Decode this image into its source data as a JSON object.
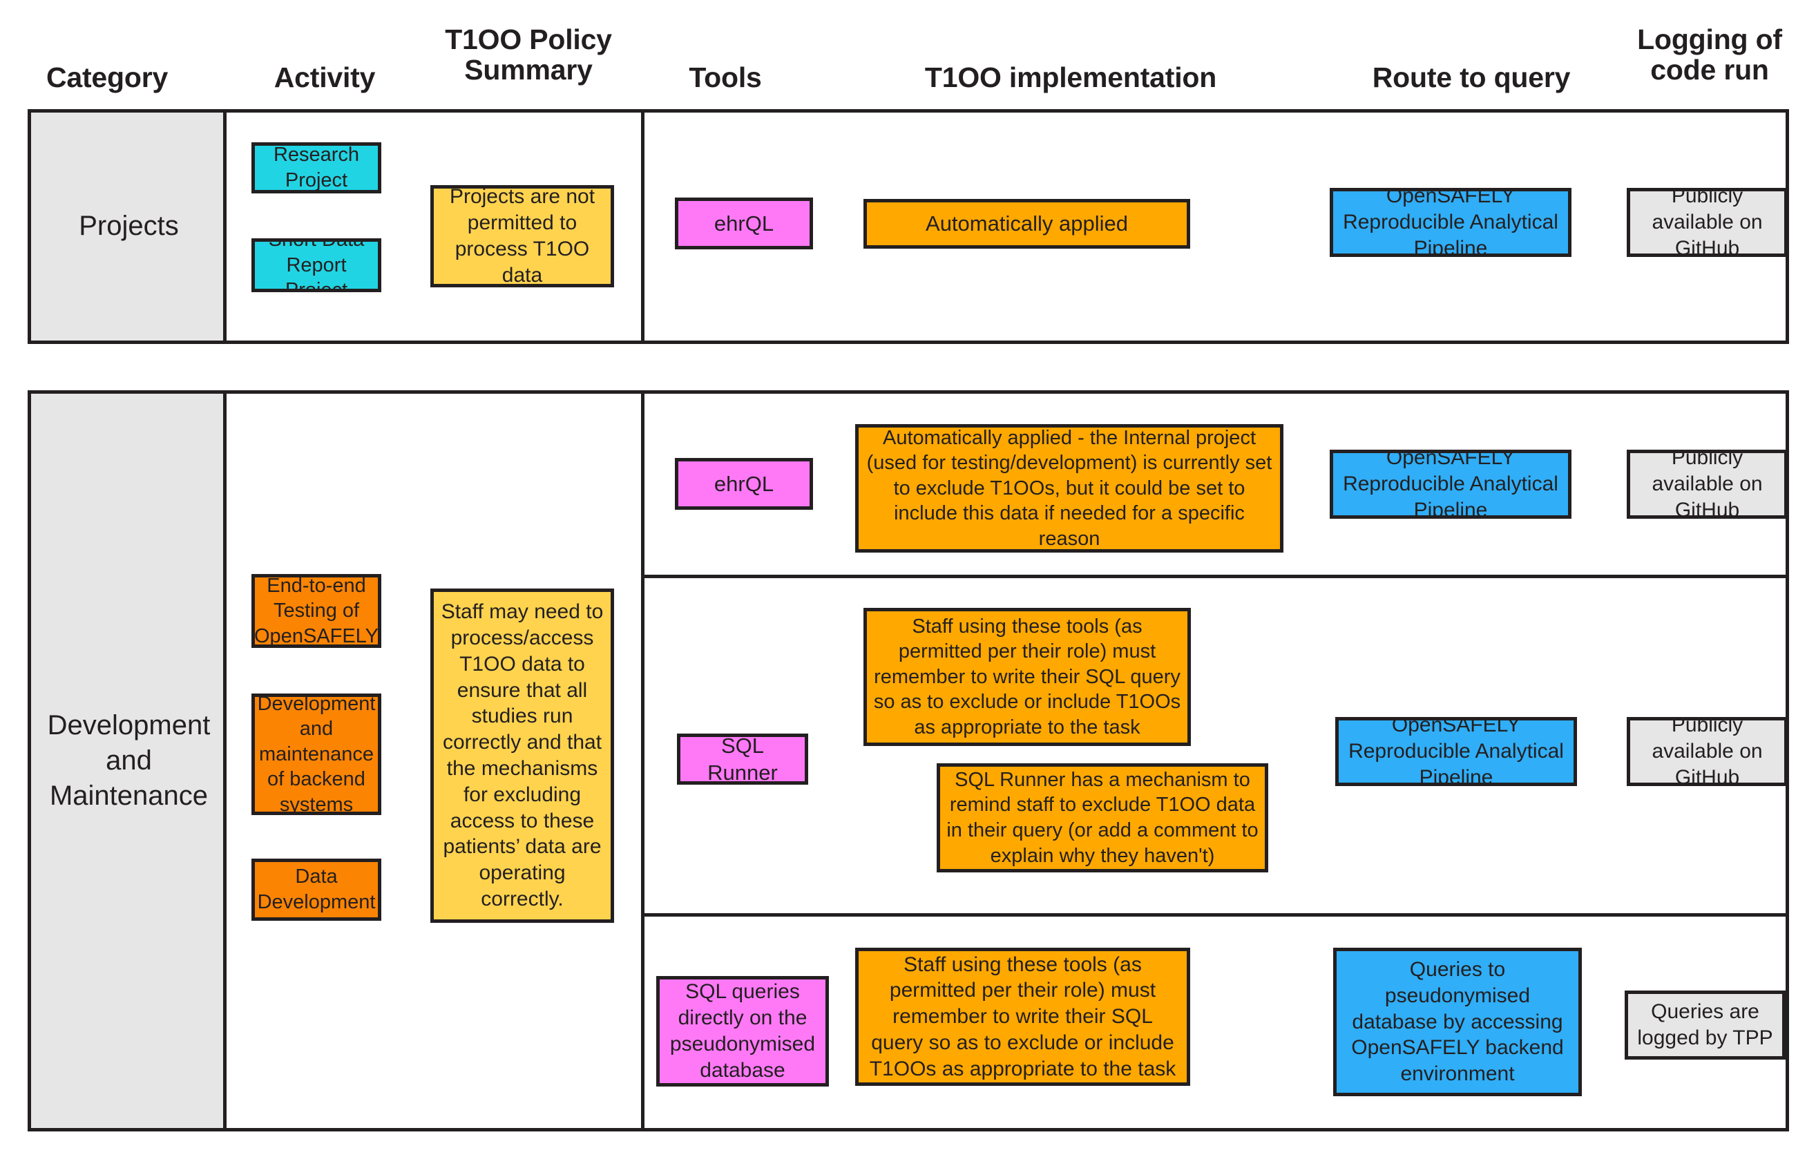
{
  "headers": [
    {
      "id": "category",
      "label": "Category"
    },
    {
      "id": "activity",
      "label": "Activity"
    },
    {
      "id": "policy",
      "label": "T1OO Policy\nSummary"
    },
    {
      "id": "tools",
      "label": "Tools"
    },
    {
      "id": "impl",
      "label": "T1OO implementation"
    },
    {
      "id": "route",
      "label": "Route to query"
    },
    {
      "id": "logging",
      "label": "Logging of\ncode run"
    }
  ],
  "header_lines": {
    "category": "Category",
    "activity": "Activity",
    "policy_l1": "T1OO Policy",
    "policy_l2": "Summary",
    "tools": "Tools",
    "impl": "T1OO implementation",
    "route": "Route to query",
    "logging_l1": "Logging of",
    "logging_l2": "code run"
  },
  "colors": {
    "cyan": "#21d4e3",
    "yellow": "#ffd34e",
    "orange": "#ffa800",
    "orange_deep": "#fb8403",
    "magenta": "#ff79f7",
    "blue": "#30aef7",
    "grey": "#e6e6e6",
    "outline": "#231f20"
  },
  "rows": [
    {
      "id": "projects",
      "category": "Projects",
      "activities": [
        "Research Project",
        "Short Data Report Project"
      ],
      "policy_summary": "Projects are not permitted to process T1OO data",
      "subrows": [
        {
          "tool": "ehrQL",
          "implementation": [
            "Automatically applied"
          ],
          "route": "OpenSAFELY Reproducible Analytical Pipeline",
          "logging": "Publicly available on GitHub"
        }
      ]
    },
    {
      "id": "development-and-maintenance",
      "category": "Development and Maintenance",
      "activities": [
        "End-to-end Testing of OpenSAFELY",
        "Development and maintenance of backend systems",
        "Data Development"
      ],
      "policy_summary": "Staff may need to process/access T1OO data to ensure that all studies run correctly and that the mechanisms for excluding access to these patients’ data are operating correctly.",
      "subrows": [
        {
          "tool": "ehrQL",
          "implementation": [
            "Automatically applied - the Internal project (used for testing/development) is currently set to exclude T1OOs, but it could be set to include this data if needed for a specific reason"
          ],
          "route": "OpenSAFELY Reproducible Analytical Pipeline",
          "logging": "Publicly available on GitHub"
        },
        {
          "tool": "SQL Runner",
          "implementation": [
            "Staff using these tools (as permitted per their role) must remember to write their SQL query so as to exclude or include T1OOs as appropriate to the task",
            "SQL Runner has a mechanism to remind staff to exclude T1OO data in their query (or add a comment to explain why they haven't)"
          ],
          "route": "OpenSAFELY Reproducible Analytical Pipeline",
          "logging": "Publicly available on GitHub"
        },
        {
          "tool": "SQL queries directly on the pseudonymised database",
          "implementation": [
            "Staff using these tools (as permitted per their role) must remember to write their SQL query so as to exclude or include T1OOs as appropriate to the task"
          ],
          "route": "Queries to pseudonymised database by accessing OpenSAFELY backend environment",
          "logging": "Queries are logged by TPP"
        }
      ]
    }
  ]
}
